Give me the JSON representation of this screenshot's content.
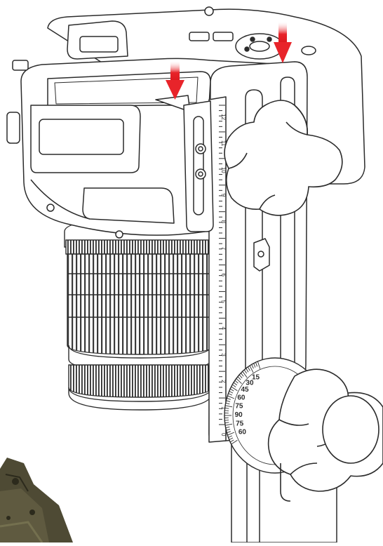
{
  "illustration": {
    "rail_scale_numbers": [
      "12",
      "11",
      "10",
      "9",
      "8",
      "7",
      "6",
      "5",
      "4",
      "3",
      "2",
      "1",
      "0"
    ],
    "rotator_scale_numbers": [
      "15",
      "30",
      "45",
      "60",
      "75",
      "90",
      "75",
      "60"
    ],
    "colors": {
      "arrow_red": "#e8242a",
      "line": "#2b2b2b",
      "background": "#ffffff",
      "olive_part": "#4e4a34"
    }
  }
}
